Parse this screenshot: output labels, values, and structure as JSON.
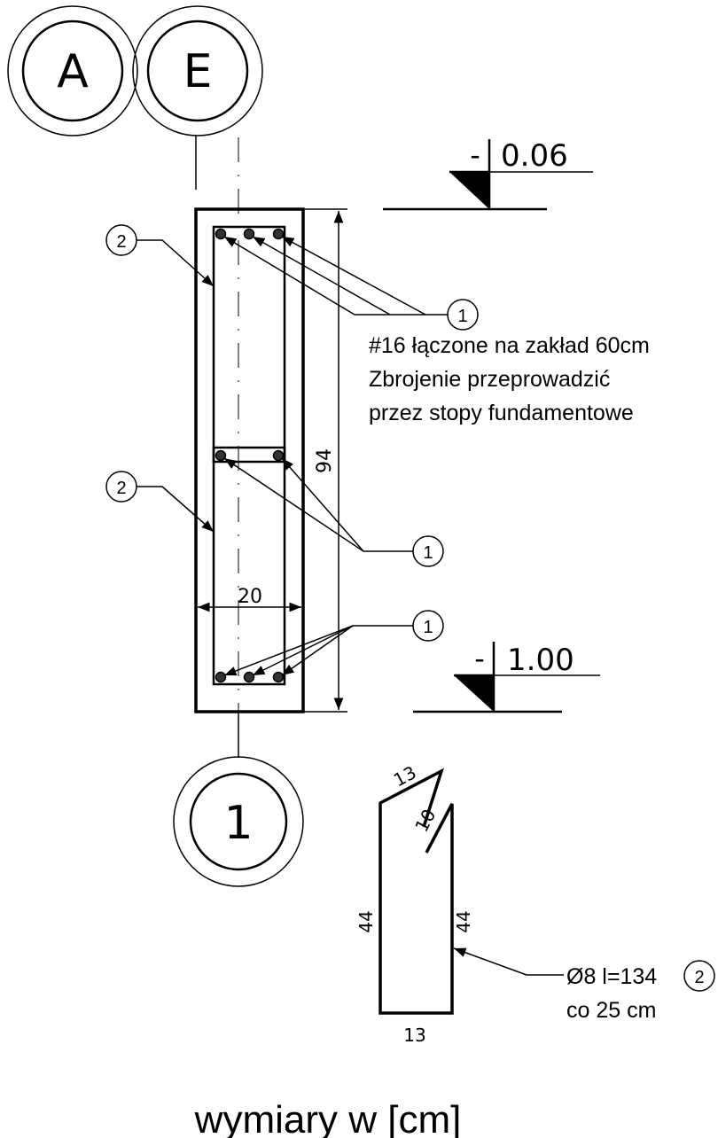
{
  "axes": {
    "top_left": "A",
    "top_right": "E",
    "bottom": "1"
  },
  "levels": {
    "upper": {
      "sign": "-",
      "value": "0.06"
    },
    "lower": {
      "sign": "-",
      "value": "1.00"
    }
  },
  "dimensions": {
    "height": "94",
    "width": "20"
  },
  "markers": {
    "stirrup": "2",
    "bar": "1"
  },
  "notes": {
    "line1": "#16 łączone na zakład 60cm",
    "line2": "Zbrojenie przeprowadzić",
    "line3": "przez stopy fundamentowe"
  },
  "stirrup_shape": {
    "hook_a": "13",
    "hook_b": "10",
    "left_leg": "44",
    "right_leg": "44",
    "bottom": "13",
    "spec": "Ø8 l=134",
    "marker": "2",
    "spacing": "co 25 cm"
  },
  "footer": "wymiary w [cm]"
}
